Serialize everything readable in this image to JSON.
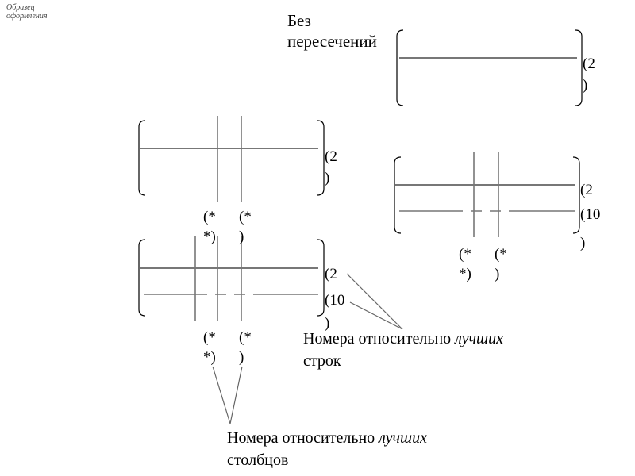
{
  "corner_note": "Образец оформления",
  "top_caption": {
    "line1": "Без",
    "line2": "пересечений"
  },
  "mark_2": "(2",
  "mark_10": "(10",
  "close_paren": ")",
  "star_a": "(*",
  "star_b": "*)",
  "star_c": "(*",
  "rows_label": {
    "prefix": "Номера относительно ",
    "em": "лучших",
    "line2": "строк"
  },
  "cols_label": {
    "prefix": "Номера относительно ",
    "em": "лучших",
    "line2": "столбцов"
  }
}
